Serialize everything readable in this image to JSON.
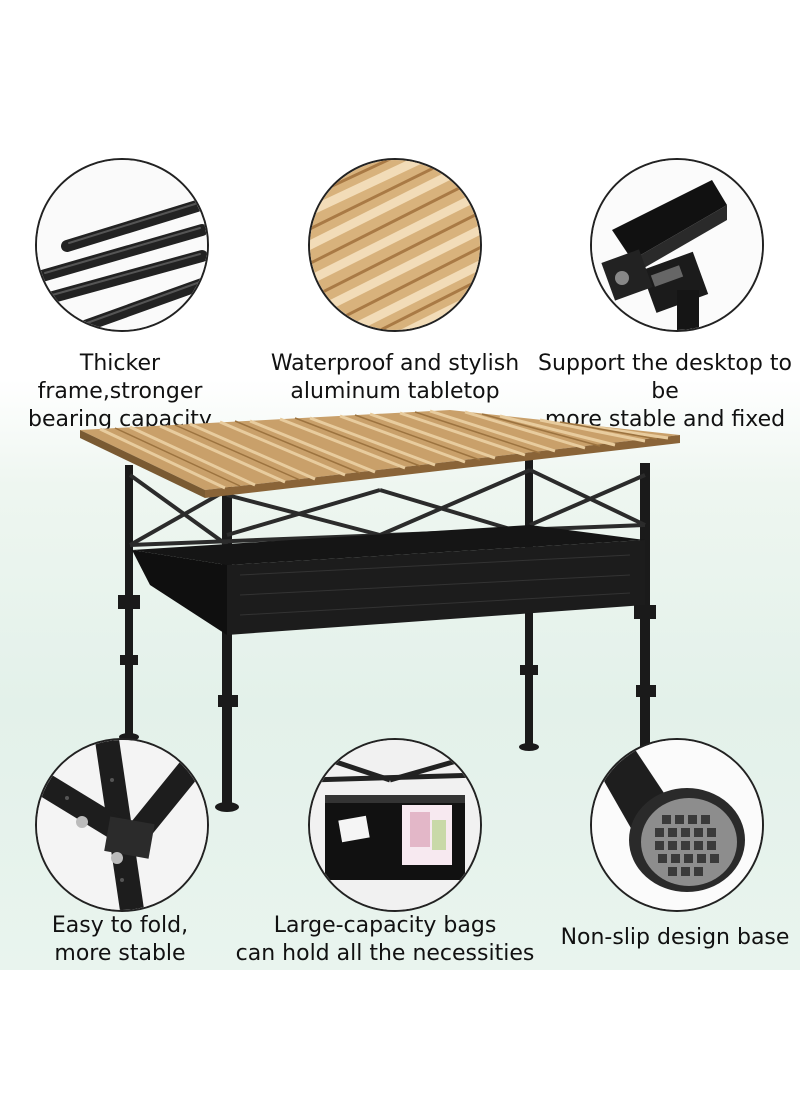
{
  "features_top": [
    {
      "line1": "Thicker frame,stronger",
      "line2": "bearing capacity",
      "icon": "frame-tubes-icon"
    },
    {
      "line1": "Waterproof and stylish",
      "line2": "aluminum tabletop",
      "icon": "wood-slats-icon"
    },
    {
      "line1": "Support the desktop to be",
      "line2": "more stable and fixed",
      "icon": "corner-bracket-icon"
    }
  ],
  "features_bottom": [
    {
      "line1": "Easy to fold,",
      "line2": "more stable",
      "icon": "folding-joint-icon"
    },
    {
      "line1": "Large-capacity bags",
      "line2": "can hold all the necessities",
      "icon": "storage-bag-icon"
    },
    {
      "line1": "Non-slip design base",
      "line2": "",
      "icon": "non-slip-foot-icon"
    }
  ],
  "colors": {
    "wood": "#c9a06a",
    "frame": "#1c1c1c",
    "background_tint": "#e3f1ea"
  }
}
